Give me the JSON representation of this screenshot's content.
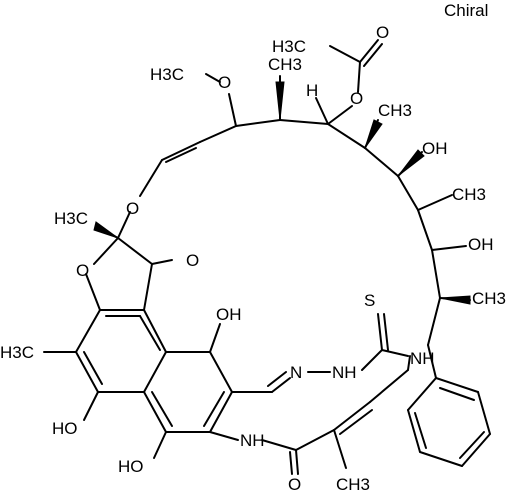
{
  "chirality_label": "Chiral",
  "atom_labels": {
    "acetyl_methyl": "H3C",
    "acetyl_carbonyl_O": "O",
    "ester_O": "O",
    "methoxy_methyl": "H3C",
    "methoxy_O": "O",
    "c_methyl_top": "CH3",
    "hydrogen": "H",
    "methyl_upper_right": "CH3",
    "hydroxyl_upper": "OH",
    "methyl_right": "CH3",
    "hydroxyl_right": "OH",
    "methyl_lower_right": "CH3",
    "spiro_methyl": "H3C",
    "ring_ether_O": "O",
    "furan_O": "O",
    "ketone_O": "O",
    "hydroxyl_naphthol": "OH",
    "thione_S": "S",
    "thioamide_NH": "NH",
    "hydrazone_N": "N",
    "hydrazine_NH": "NH",
    "aryl_methyl": "H3C",
    "hydroxyl_left": "HO",
    "hydroxyl_bottom": "HO",
    "amide_NH": "NH",
    "amide_O": "O",
    "vinyl_methyl": "CH3"
  }
}
